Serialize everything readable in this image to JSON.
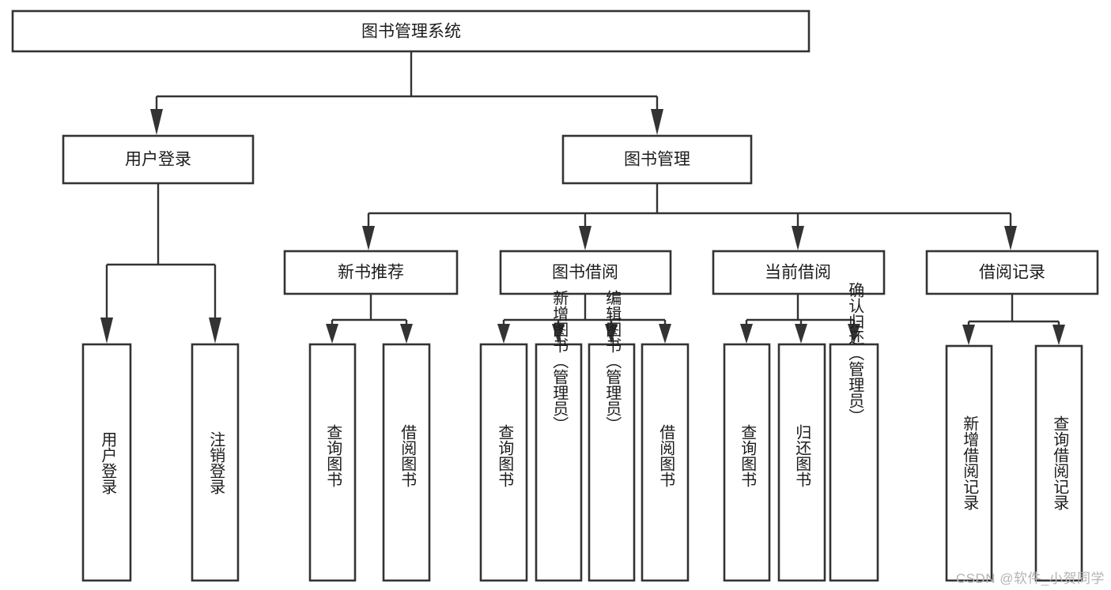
{
  "diagram": {
    "title": "图书管理系统",
    "type": "tree-hierarchy",
    "watermark": "CSDN @软件_小贺同学",
    "colors": {
      "stroke": "#333333",
      "box_fill": "#ffffff",
      "text": "#1c1c1c",
      "background": "#ffffff",
      "watermark": "#b4b4b4"
    },
    "levels": {
      "root": {
        "label": "图书管理系统"
      },
      "level2": [
        {
          "id": "user-login",
          "label": "用户登录"
        },
        {
          "id": "book-management",
          "label": "图书管理"
        }
      ],
      "level3": [
        {
          "id": "new-book-recommend",
          "label": "新书推荐",
          "parent": "book-management"
        },
        {
          "id": "book-borrow",
          "label": "图书借阅",
          "parent": "book-management"
        },
        {
          "id": "current-borrow",
          "label": "当前借阅",
          "parent": "book-management"
        },
        {
          "id": "borrow-record",
          "label": "借阅记录",
          "parent": "book-management"
        }
      ],
      "leaves": {
        "user-login": [
          {
            "id": "leaf-user-login",
            "label": "用户登录"
          },
          {
            "id": "leaf-logout-login",
            "label": "注销登录"
          }
        ],
        "new-book-recommend": [
          {
            "id": "leaf-query-book-1",
            "label": "查询图书"
          },
          {
            "id": "leaf-borrow-book-1",
            "label": "借阅图书"
          }
        ],
        "book-borrow": [
          {
            "id": "leaf-query-book-2",
            "label": "查询图书"
          },
          {
            "id": "leaf-add-book",
            "label": "新增图书（管理员）"
          },
          {
            "id": "leaf-edit-book",
            "label": "编辑图书（管理员）"
          },
          {
            "id": "leaf-borrow-book-2",
            "label": "借阅图书"
          }
        ],
        "current-borrow": [
          {
            "id": "leaf-query-book-3",
            "label": "查询图书"
          },
          {
            "id": "leaf-return-book",
            "label": "归还图书"
          },
          {
            "id": "leaf-confirm-return",
            "label": "确认归还（管理员）"
          }
        ],
        "borrow-record": [
          {
            "id": "leaf-add-record",
            "label": "新增借阅记录"
          },
          {
            "id": "leaf-query-record",
            "label": "查询借阅记录"
          }
        ]
      }
    }
  }
}
